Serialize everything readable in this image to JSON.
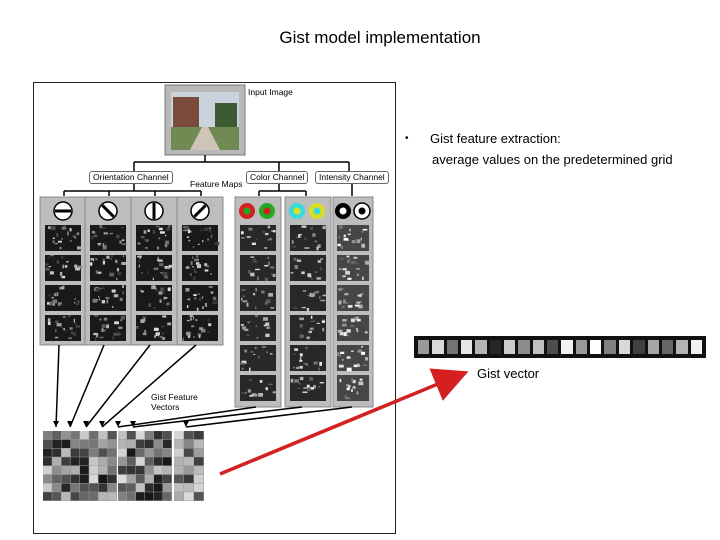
{
  "slide": {
    "title": "Gist model implementation"
  },
  "figure": {
    "input_image_label": "Input Image",
    "orientation_channel_label": "Orientation Channel",
    "feature_maps_label": "Feature Maps",
    "color_channel_label": "Color Channel",
    "intensity_channel_label": "Intensity Channel",
    "gist_feature_vectors_label_line1": "Gist Feature",
    "gist_feature_vectors_label_line2": "Vectors"
  },
  "bullet": {
    "line1": "Gist feature extraction:",
    "line2": "average values on the predetermined grid"
  },
  "gist_vector": {
    "label": "Gist vector",
    "cell_grays": [
      0.6,
      0.85,
      0.45,
      0.9,
      0.7,
      0.15,
      0.8,
      0.55,
      0.75,
      0.3,
      0.95,
      0.6,
      1.0,
      0.5,
      0.85,
      0.25,
      0.65,
      0.4,
      0.7,
      0.95
    ]
  },
  "colors": {
    "arrow": "#d42020",
    "color_ring_red": "#d42020",
    "color_ring_green": "#22aa22",
    "color_ring_cyan": "#33dddd",
    "color_ring_yellow": "#dddd22"
  }
}
